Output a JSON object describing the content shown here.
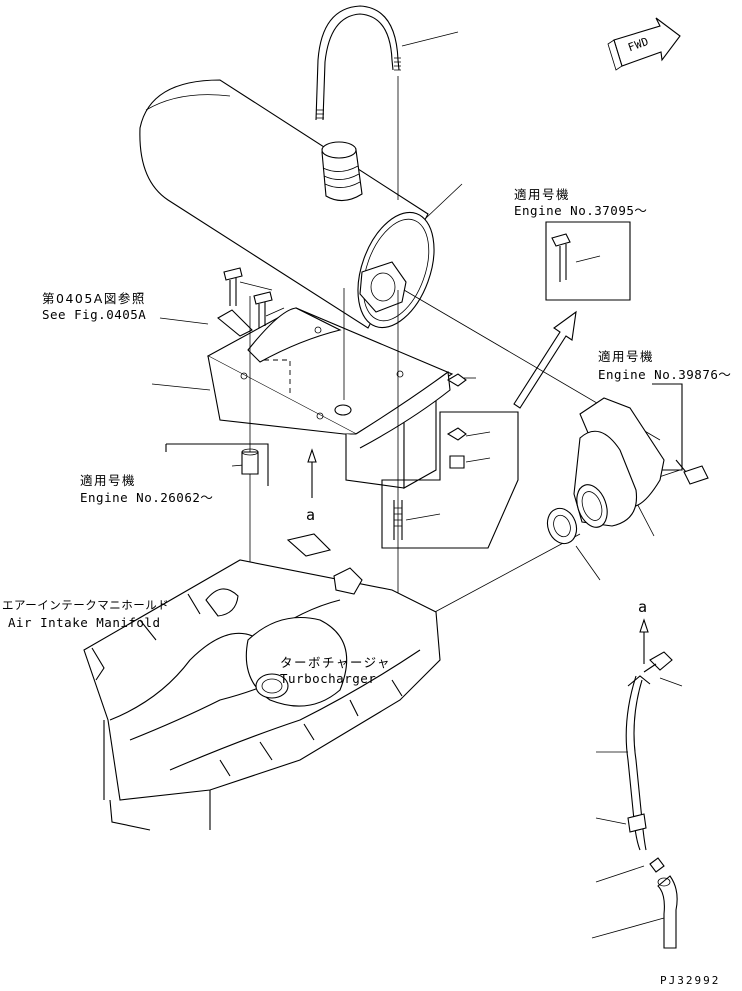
{
  "labels": {
    "fwd": "FWD",
    "see_fig_jp": "第0405A図参照",
    "see_fig_en": "See Fig.0405A",
    "applic_jp_1": "適用号機",
    "applic_en_1": "Engine No.37095～",
    "applic_jp_2": "適用号機",
    "applic_en_2": "Engine No.39876～",
    "applic_jp_3": "適用号機",
    "applic_en_3": "Engine No.26062～",
    "air_intake_jp": "エアーインテークマニホールド",
    "air_intake_en": "Air Intake Manifold",
    "turbo_jp": "ターボチャージャ",
    "turbo_en": "Turbocharger",
    "ref_a_1": "a",
    "ref_a_2": "a",
    "drawing_no": "PJ32992"
  },
  "colors": {
    "line": "#000000",
    "background": "#ffffff"
  }
}
